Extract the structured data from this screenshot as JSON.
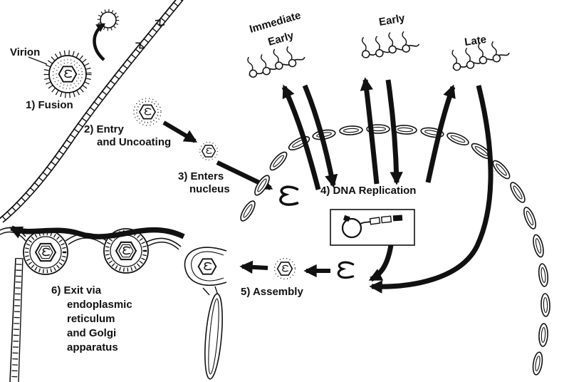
{
  "figure": {
    "title_semantic": "Viral replication cycle diagram",
    "background": "#ffffff",
    "ink_color": "#111111",
    "labels": {
      "virion": "Virion",
      "step1_fusion": "1) Fusion",
      "step2_line1": "2) Entry",
      "step2_line2": "and Uncoating",
      "step3_line1": "3) Enters",
      "step3_line2": "nucleus",
      "gene_immediate_early_line1": "Immediate",
      "gene_immediate_early_line2": "Early",
      "gene_early": "Early",
      "gene_late": "Late",
      "step4_dna_replication": "4) DNA Replication",
      "step5_assembly": "5) Assembly",
      "step6_line1": "6) Exit via",
      "step6_line2": "endoplasmic",
      "step6_line3": "reticulum",
      "step6_line4": "and Golgi",
      "step6_line5": "apparatus"
    }
  }
}
